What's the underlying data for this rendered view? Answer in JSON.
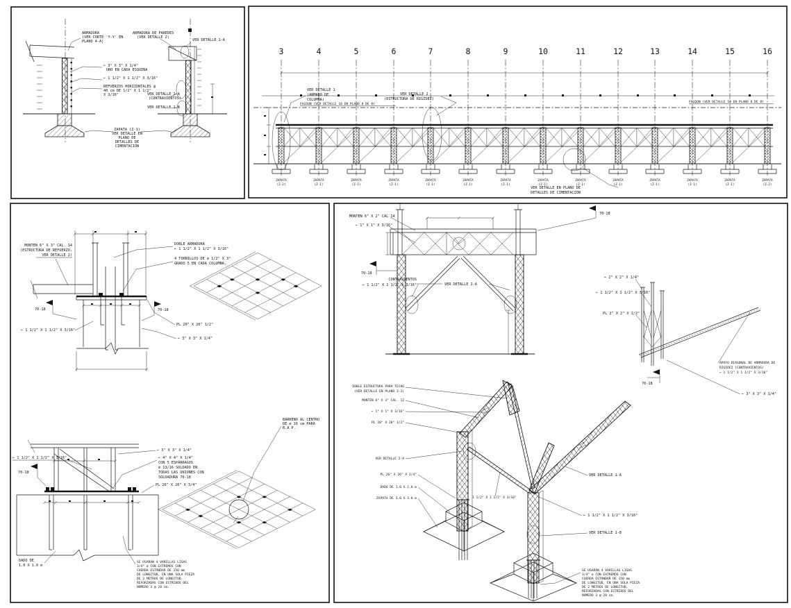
{
  "shared": {
    "weld": "70-18",
    "angle_112": "⌐ 1 1/2\" X 1 1/2\" X 3/16\"",
    "angle_3x3": "⌐ 3\" X 3\" X 1/4\""
  },
  "panel1": {
    "armadura": [
      "ARMADURA",
      "(VER CORTE 'Y-Y' EN",
      "PLANO 4-A)"
    ],
    "armadura_paredes": [
      "ARMADURA DE PAREDES",
      "(VER DETALLE 2)"
    ],
    "ver_detalle_1a": "VER DETALLE 1-A",
    "esquina": [
      "⌐ 3\" X 3\" X 1/4\"",
      "UNO EN CADA ESQUINA"
    ],
    "refuerzos": [
      "REFUERZOS HORIZONTALES @",
      "40 cm DE 1/2\" X 1 1/2\"",
      "X 3/16\""
    ],
    "ver_detalle_2a": [
      "VER DETALLE 2-A",
      "(CONTRAVIENTOS)"
    ],
    "ver_detalle_1b": "VER DETALLE 1-B",
    "zapata_note": [
      "ZAPATA (Z-1)",
      "VER DETALLE EN",
      "PLANO DE",
      "DETALLES DE",
      "CIMENTACIÓN"
    ]
  },
  "panel2": {
    "grid_numbers": [
      "3",
      "4",
      "5",
      "6",
      "7",
      "8",
      "9",
      "10",
      "11",
      "12",
      "13",
      "14",
      "15",
      "16"
    ],
    "ver_detalle_1": [
      "VER DETALLE 1",
      "(ARMADO DE",
      "COLUMNA)"
    ],
    "ver_detalle_2": [
      "VER DETALLE 2",
      "(ESTRUCTURA DE RIGIDEZ)"
    ],
    "faldon": "FALDON (VER DETALLE 10 EN PLANO 8 DE 8)",
    "cimentacion_note": [
      "VER DETALLE EN PLANO DE",
      "DETALLES DE CIMENTACIÓN"
    ],
    "zapata_word": "ZAPATA",
    "zapata_marks": [
      "(Z-2)",
      "(Z-1)",
      "(Z-1)",
      "(Z-1)",
      "(Z-1)",
      "(Z-1)",
      "(Z-1)",
      "(Z-1)",
      "(Z-1)",
      "(Z-1)",
      "(Z-1)",
      "(Z-1)",
      "(Z-1)",
      "(Z-2)"
    ]
  },
  "panel3": {
    "monten": [
      "MONTEN 6\" X 3\" CAL. 14",
      "(ESTRUCTURA DE REFUERZO,",
      "VER DETALLE 2)"
    ],
    "doble_armadura": [
      "DOBLE ARMADURA",
      "⌐ 1 1/2\" X 1 1/2\" X 3/16\""
    ],
    "tornillos": [
      "4 TORNILLOS DE ∅ 1/2\" X 3\"",
      "GRADO 5 EN CADA COLUMNA."
    ],
    "pl_20": "PL 20\" X 20\" 1/2\"",
    "angle_4x4": [
      "⌐ 4\" X 4\" X 1/4\"",
      "CON 5 ESPÁRRAGOS",
      "∅ 13/16 SOLDADO EN",
      "TODAS LAS UNIONES CON",
      "SOLDADURA 70-18"
    ],
    "pl_26": "PL 26\" X 26\" X 3/4\"",
    "dado": [
      "DADO DE",
      "1.0 X 1.0 m"
    ],
    "barreno": [
      "BARRENO AL CENTRO",
      "DE ∅ 16 cm PARA",
      "B.A.P."
    ],
    "varillas": [
      "SE USARÁN 4 VARILLAS LISAS",
      "3/4\" ∅ CON EXTREMOS CON",
      "CUERDA ESTÁNDAR DE 150 mm",
      "DE LONGITUD, EN UNA SOLA PIEZA",
      "DE 3 METROS DE LONGITUD,",
      "REFORZADAS CON ESTRIBOS DEL",
      "NÚMERO 3 @ 20 cm."
    ]
  },
  "panel4": {
    "monten_2": "MONTEN 6\" X 2\" CAL 14",
    "angle_1x1": "⌐ 1\" X 1\" X 3/16\"",
    "contravientos": [
      "CONTRAVIENTOS",
      "⌐ 1 1/2\" X 1 1/2\" X 3/16\""
    ],
    "ver_detalle_2a": "VER DETALLE 2-A",
    "angle_2x2": "⌐ 2\" X 2\" X 1/4\"",
    "pl_2": "PL 2\" X 2\" X 1/2\"",
    "apoyo": [
      "APOYO DIAGONAL DE ARMADURA DE",
      "RIGIDEZ (CONTRAVIENTOS)",
      "⌐ 1 1/2\" X 1 1/2\" X 3/16\""
    ],
    "doble_estructura": [
      "DOBLE ESTRUCTURA PARA TECHO",
      "(VER DETALLE EN PLANO 3-3)"
    ],
    "monten_3": "MONTEN 6\" X 3\" CAL. 12",
    "pl_20": "PL 20\" X 20\" 1/2\"",
    "pl_26": "PL 26\" X 26\" X 3/4\"",
    "dado": "DADO DE 1.0 X 1.0 m",
    "zapata_30": "ZAPATA DE 3.0 X 3.0 m",
    "brace_112": "1 1/2\" X 1 1/2\" X 3/16\"",
    "ver_detalle_1a": "VER DETALLE 1-A",
    "ver_detalle_1b": "VER DETALLE 1-B",
    "varillas": [
      "SE USARÁN 4 VARILLAS LISAS",
      "3/4\" ∅ CON EXTREMOS CON",
      "CUERDA ESTÁNDAR DE 150 mm",
      "DE LONGITUD, EN UNA SOLA PIEZA",
      "DE 2 METROS DE LONGITUD,",
      "REFORZADAS CON ESTRIBOS DEL",
      "NÚMERO 3 @ 20 cm."
    ]
  }
}
